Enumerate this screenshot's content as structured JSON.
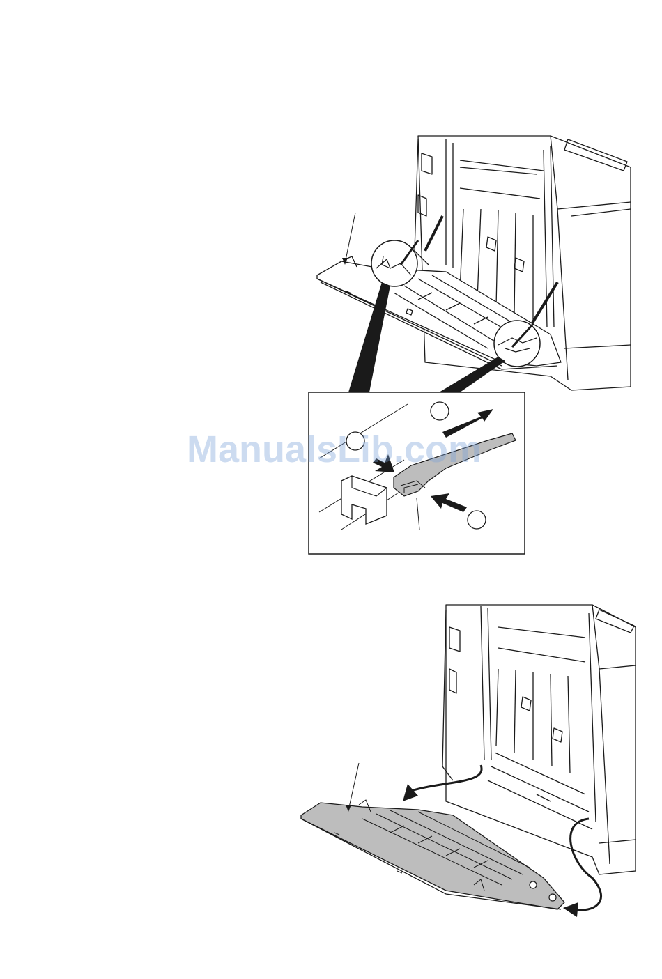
{
  "watermark": {
    "text": "ManualsLib.com"
  },
  "colors": {
    "line": "#1a1a1a",
    "shade": "#bdbdbd",
    "shade_dark": "#9a9a9a",
    "watermark": "#78a0d7"
  },
  "figures": [
    {
      "name": "figure-1",
      "description_icons": [
        "printer-rear-icon",
        "transfer-unit-icon",
        "magnifier-circle-icon"
      ]
    },
    {
      "name": "figure-2",
      "description_icons": [
        "printer-rear-icon",
        "transfer-unit-removed-icon",
        "curved-arrow-icon"
      ]
    }
  ]
}
